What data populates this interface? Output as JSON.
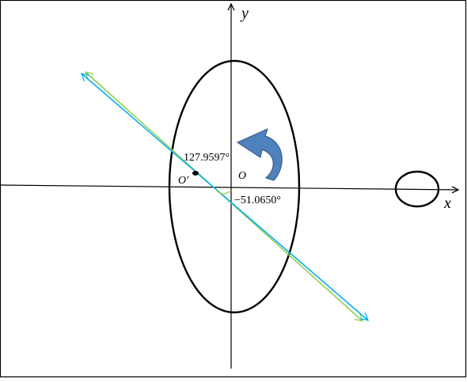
{
  "axes": {
    "x_label": "x",
    "y_label": "y"
  },
  "labels": {
    "origin_shifted": "O′",
    "origin": "O",
    "angle_positive": "127.9597°",
    "angle_negative": "−51.0650°"
  },
  "colors": {
    "frame": "#000000",
    "ellipse": "#000000",
    "line_green": "#92d050",
    "line_blue": "#00b0f0",
    "rotation_arrow": "#4f81bd",
    "rotation_arrow_stroke": "#385d8a",
    "angle_arc": "#92d050"
  }
}
